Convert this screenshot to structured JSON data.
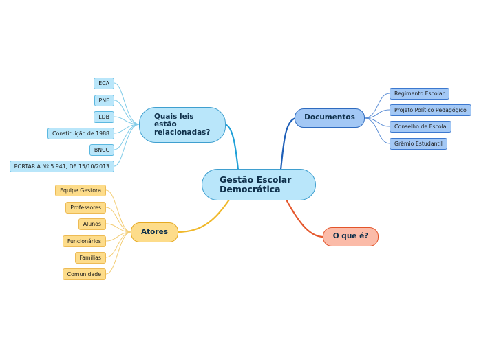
{
  "central": {
    "label": "Gestão Escolar Democrática"
  },
  "branches": {
    "laws": {
      "label": "Quais leis estão relacionadas?",
      "items": [
        "ECA",
        "PNE",
        "LDB",
        "Constituição de 1988",
        "BNCC",
        "PORTARIA Nº 5.941, DE 15/10/2013"
      ]
    },
    "documents": {
      "label": "Documentos",
      "items": [
        "Regimento Escolar",
        "Projeto Político Pedagógico",
        "Conselho de Escola",
        "Grêmio Estudantil"
      ]
    },
    "actors": {
      "label": "Atores",
      "items": [
        "Equipe Gestora",
        "Professores",
        "Alunos",
        "Funcionários",
        "Famílias",
        "Comunidade"
      ]
    },
    "what": {
      "label": "O que é?"
    }
  },
  "colors": {
    "laws": "#1fa0d8",
    "documents": "#1e5fb8",
    "actors": "#f0b82a",
    "what": "#e5582d"
  }
}
